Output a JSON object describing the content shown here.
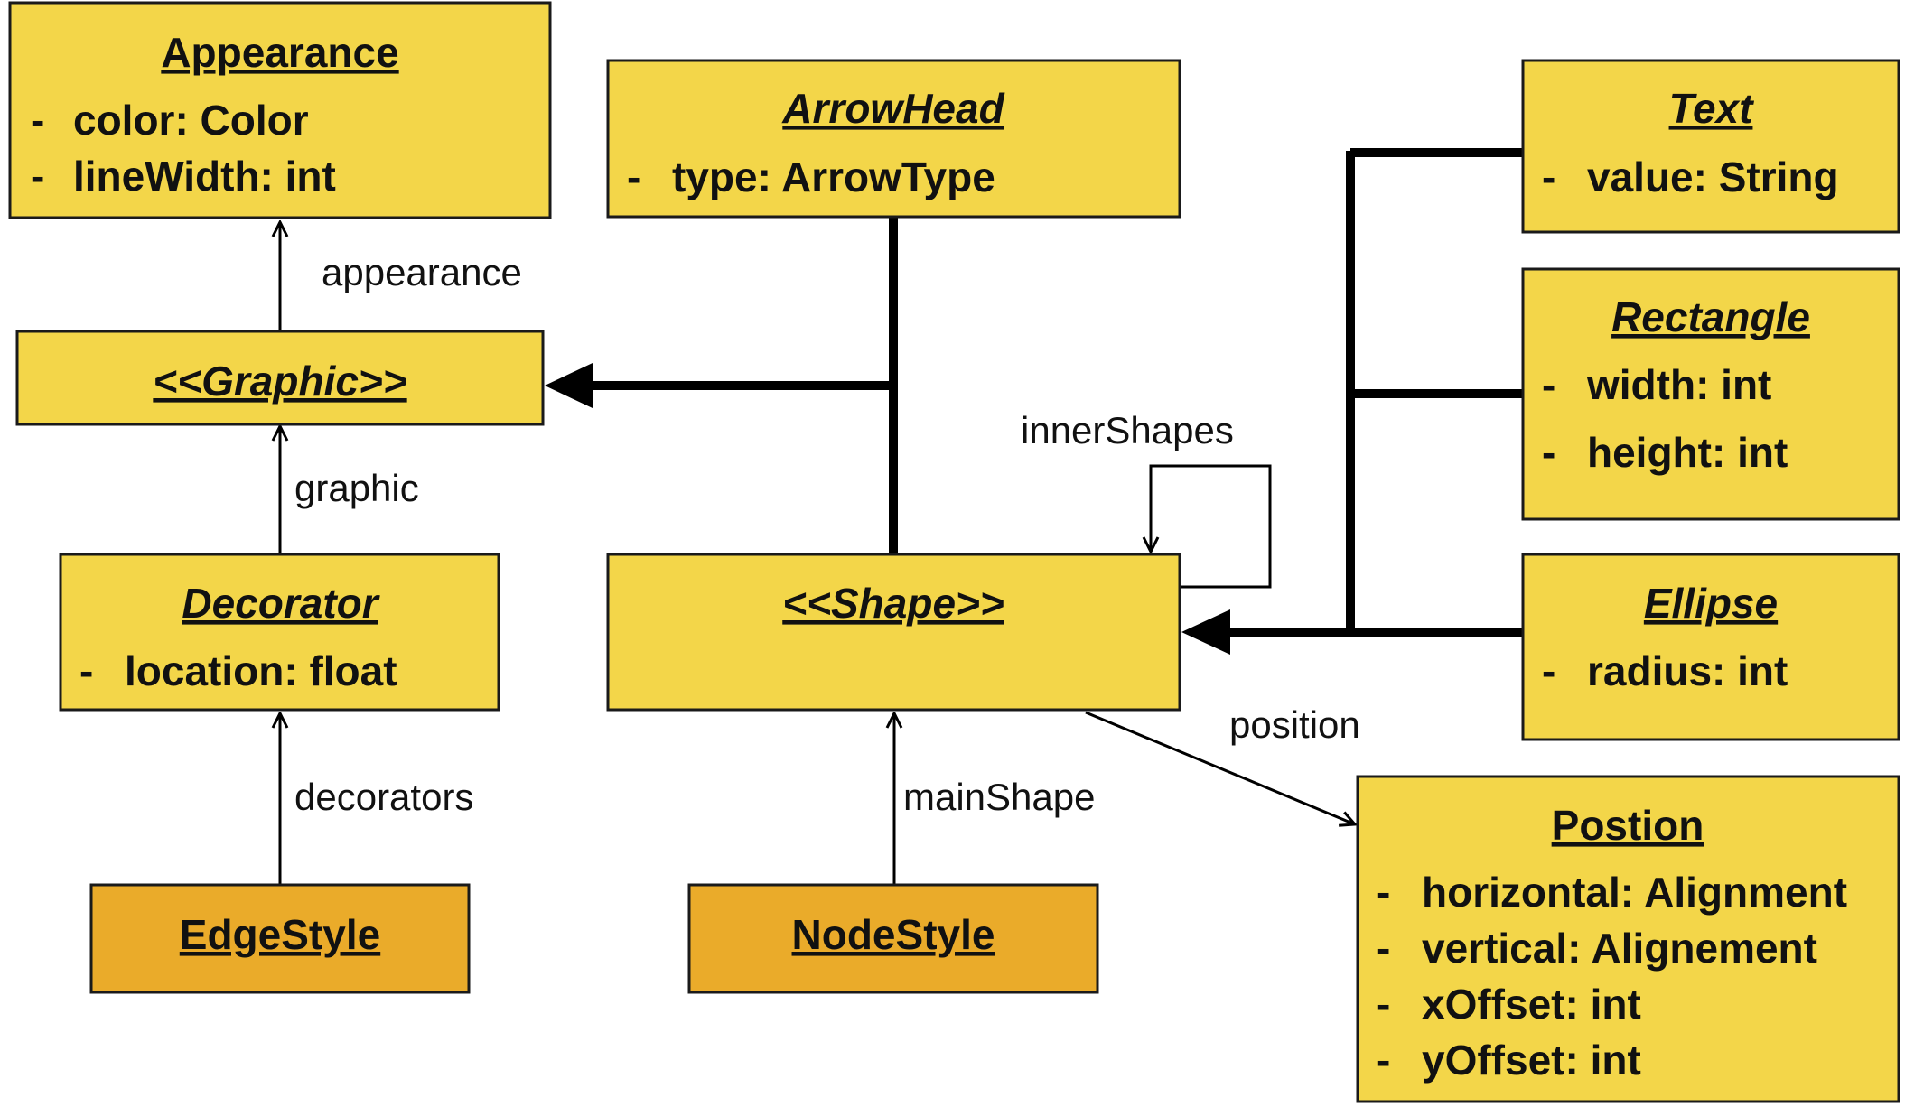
{
  "classes": {
    "appearance": {
      "title": "Appearance",
      "attrs": [
        "color: Color",
        "lineWidth: int"
      ]
    },
    "graphic": {
      "title": "<<Graphic>>"
    },
    "decorator": {
      "title": "Decorator",
      "attrs": [
        "location: float"
      ]
    },
    "edgestyle": {
      "title": "EdgeStyle"
    },
    "arrowhead": {
      "title": "ArrowHead",
      "attrs": [
        "type: ArrowType"
      ]
    },
    "shape": {
      "title": "<<Shape>>"
    },
    "nodestyle": {
      "title": "NodeStyle"
    },
    "text": {
      "title": "Text",
      "attrs": [
        "value: String"
      ]
    },
    "rectangle": {
      "title": "Rectangle",
      "attrs": [
        "width: int",
        "height: int"
      ]
    },
    "ellipse": {
      "title": "Ellipse",
      "attrs": [
        "radius: int"
      ]
    },
    "position": {
      "title": "Postion",
      "attrs": [
        "horizontal: Alignment",
        "vertical: Alignement",
        "xOffset: int",
        "yOffset: int"
      ]
    }
  },
  "attr_bullet": "-",
  "associations": {
    "appearance": "appearance",
    "graphic": "graphic",
    "decorators": "decorators",
    "mainShape": "mainShape",
    "innerShapes": "innerShapes",
    "position": "position"
  },
  "colors": {
    "class_fill": "#f3d649",
    "style_fill": "#eaab2a",
    "stroke": "#1a1a1a"
  }
}
